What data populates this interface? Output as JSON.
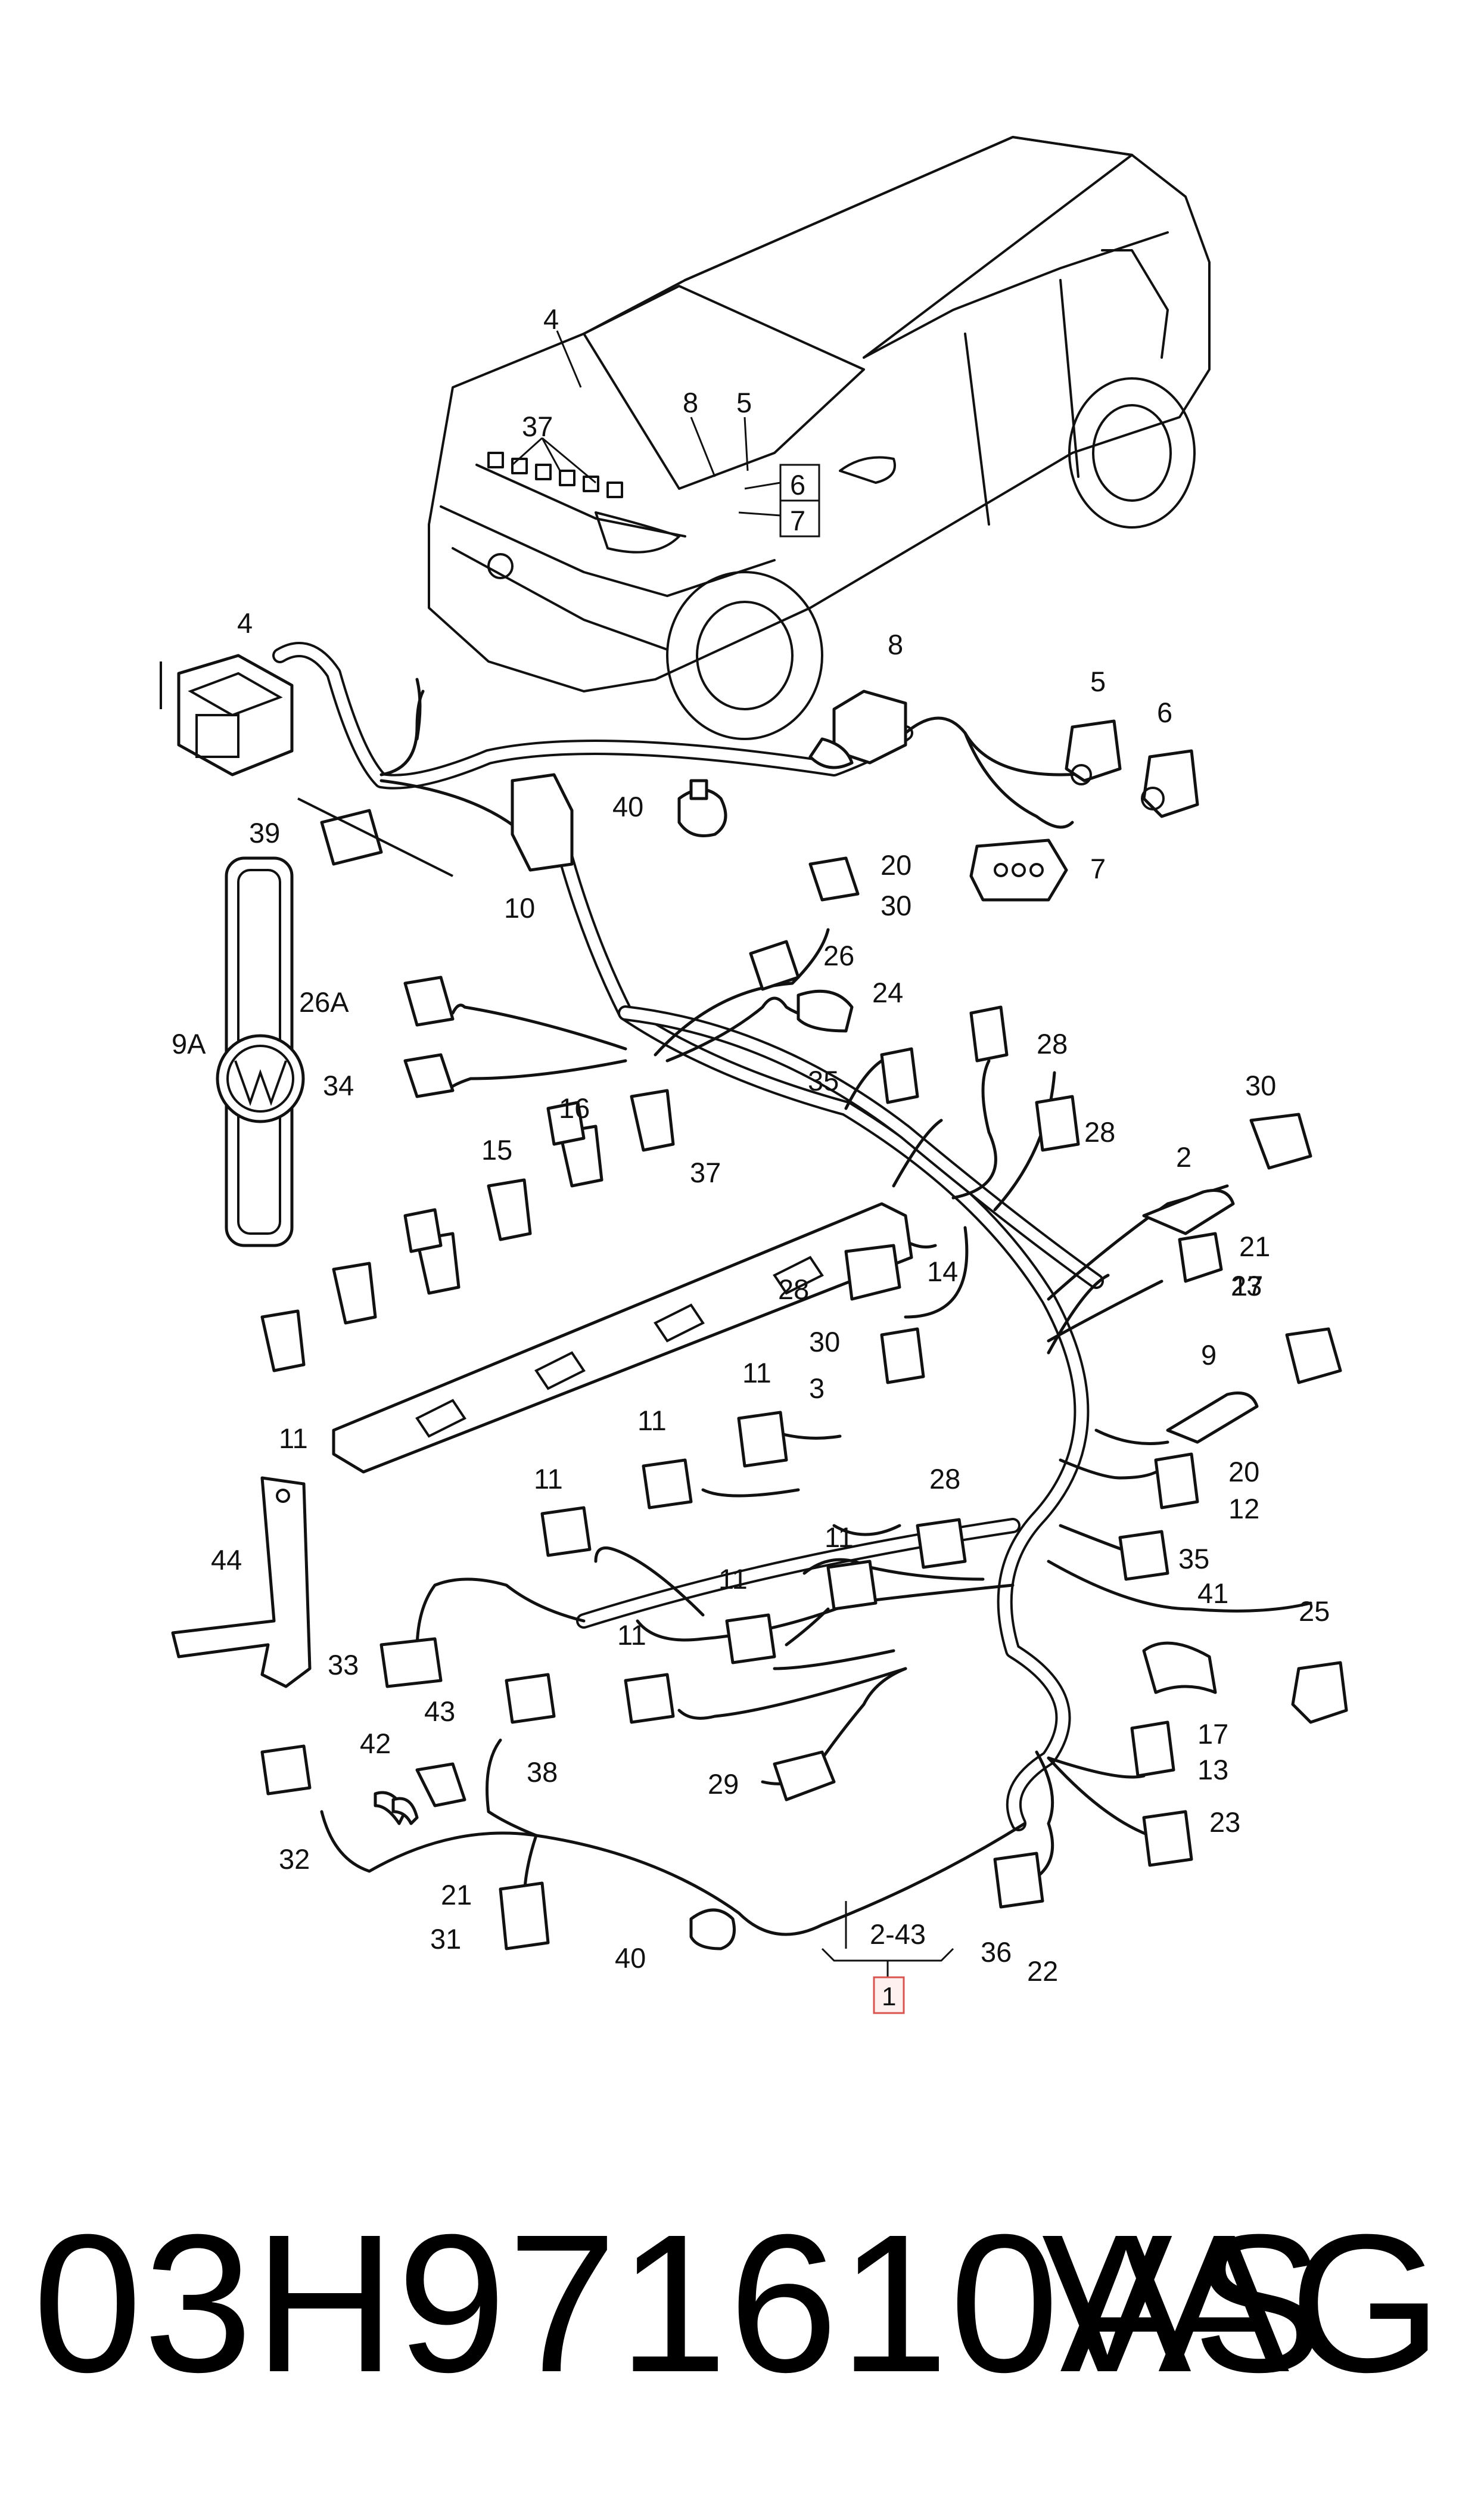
{
  "diagram": {
    "car_callouts": [
      "4",
      "37",
      "8",
      "5",
      "6",
      "7"
    ],
    "callouts": [
      "4",
      "8",
      "5",
      "6",
      "40",
      "39",
      "10",
      "7",
      "20",
      "30",
      "9A",
      "26",
      "26A",
      "24",
      "34",
      "28",
      "35",
      "16",
      "15",
      "37",
      "28",
      "30",
      "2",
      "21",
      "23",
      "28",
      "14",
      "17",
      "30",
      "3",
      "9",
      "11",
      "11",
      "11",
      "20",
      "12",
      "44",
      "11",
      "28",
      "35",
      "11",
      "11",
      "41",
      "25",
      "33",
      "11",
      "43",
      "42",
      "38",
      "29",
      "17",
      "13",
      "23",
      "32",
      "21",
      "31",
      "40",
      "2-43",
      "36",
      "22"
    ],
    "main_part": "1"
  },
  "caption": {
    "part_number": "03H971610AS",
    "brand": "VAG"
  },
  "colors": {
    "ink": "#111111",
    "highlight": "#d9534f",
    "background": "#ffffff"
  }
}
